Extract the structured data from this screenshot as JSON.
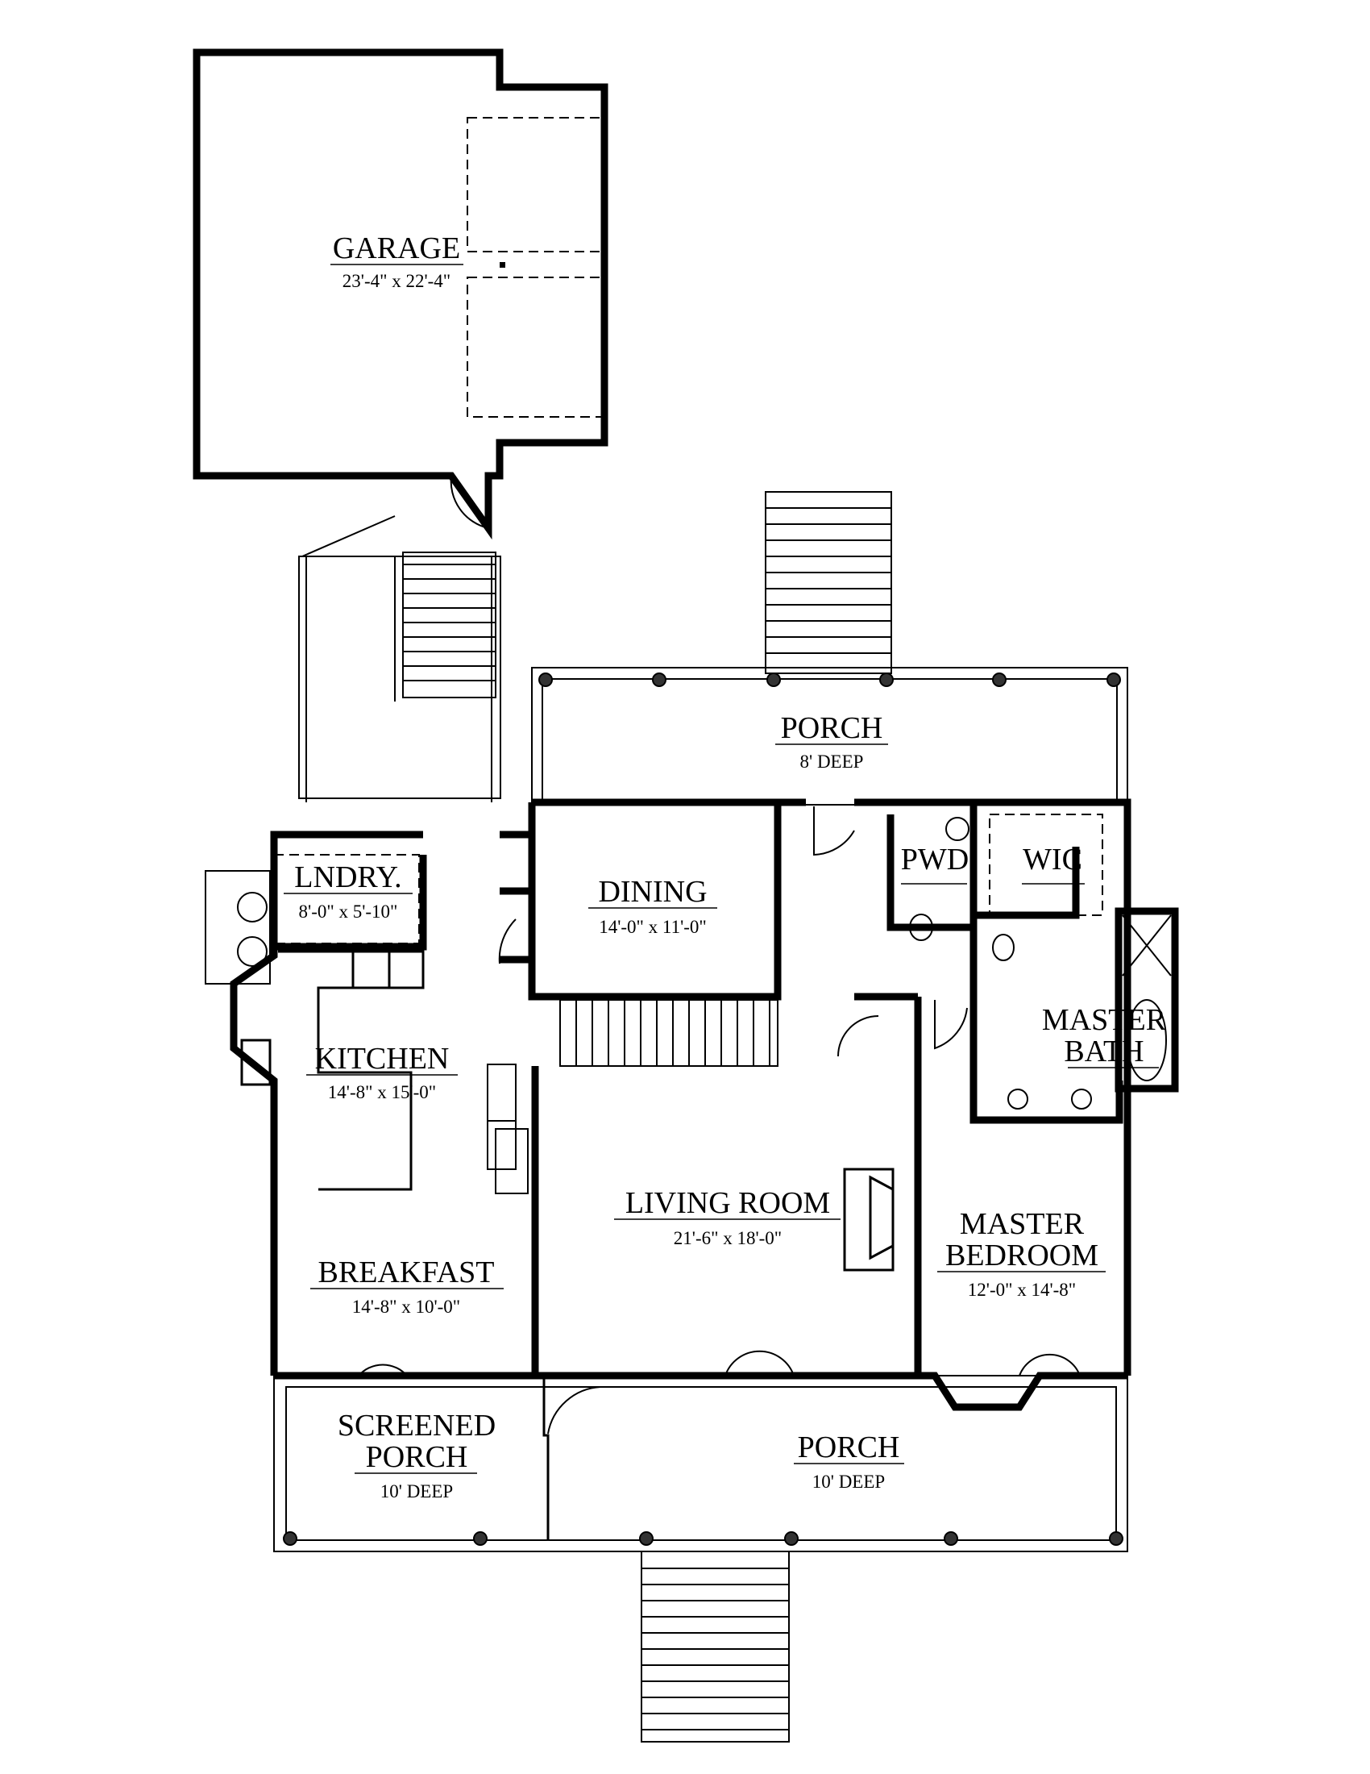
{
  "rooms": {
    "garage": {
      "name": "GARAGE",
      "dims": "23'-4\" x 22'-4\""
    },
    "porch_rear": {
      "name": "PORCH",
      "dims": "8' DEEP"
    },
    "laundry": {
      "name": "LNDRY.",
      "dims": "8'-0\" x 5'-10\""
    },
    "dining": {
      "name": "DINING",
      "dims": "14'-0\" x 11'-0\""
    },
    "powder": {
      "name": "PWD"
    },
    "wic": {
      "name": "WIC"
    },
    "kitchen": {
      "name": "KITCHEN",
      "dims": "14'-8\" x 15'-0\""
    },
    "master_bath": {
      "name_line1": "MASTER",
      "name_line2": "BATH"
    },
    "living_room": {
      "name": "LIVING ROOM",
      "dims": "21'-6\" x 18'-0\""
    },
    "master_bedroom": {
      "name_line1": "MASTER",
      "name_line2": "BEDROOM",
      "dims": "12'-0\" x 14'-8\""
    },
    "breakfast": {
      "name": "BREAKFAST",
      "dims": "14'-8\" x 10'-0\""
    },
    "screened_porch": {
      "name_line1": "SCREENED",
      "name_line2": "PORCH",
      "dims": "10' DEEP"
    },
    "porch_front": {
      "name": "PORCH",
      "dims": "10' DEEP"
    }
  }
}
